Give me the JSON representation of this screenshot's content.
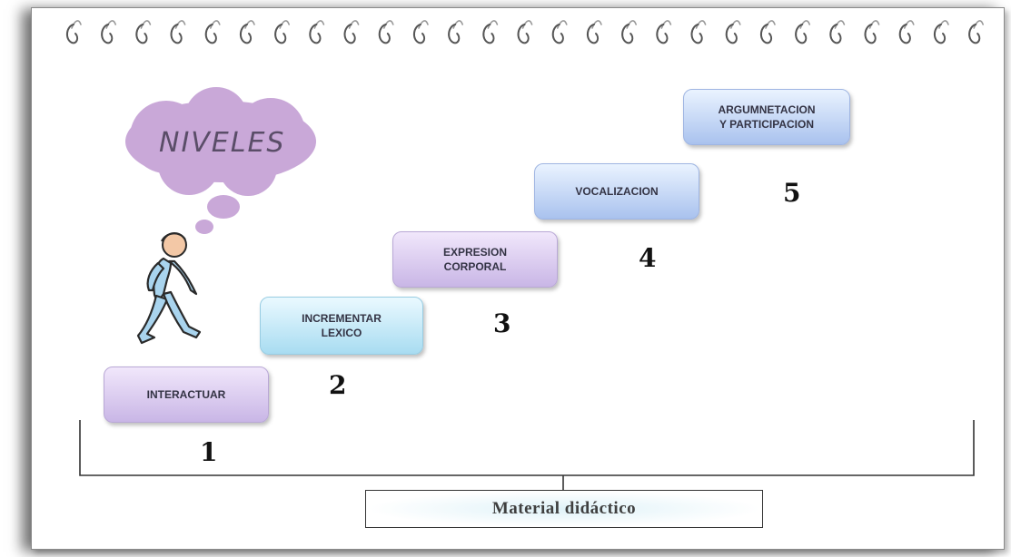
{
  "cloud": {
    "label": "NIVELES"
  },
  "steps": [
    {
      "label": "INTERACTUAR",
      "number": "1"
    },
    {
      "label": "INCREMENTAR\nLEXICO",
      "number": "2"
    },
    {
      "label": "EXPRESION\nCORPORAL",
      "number": "3"
    },
    {
      "label": "VOCALIZACION",
      "number": "4"
    },
    {
      "label": "ARGUMNETACION\nY PARTICIPACION",
      "number": "5"
    }
  ],
  "footer": {
    "label": "Material didáctico"
  },
  "colors": {
    "cloud": "#c9a8d8",
    "person": "#a9d4ee",
    "step_purple": "#c9b6e6",
    "step_blue": "#a9c2ee",
    "step_cyan": "#a8dcf1"
  },
  "icons": {
    "binder_rings": "spiral-ring-icon",
    "figure": "walking-person-icon"
  }
}
